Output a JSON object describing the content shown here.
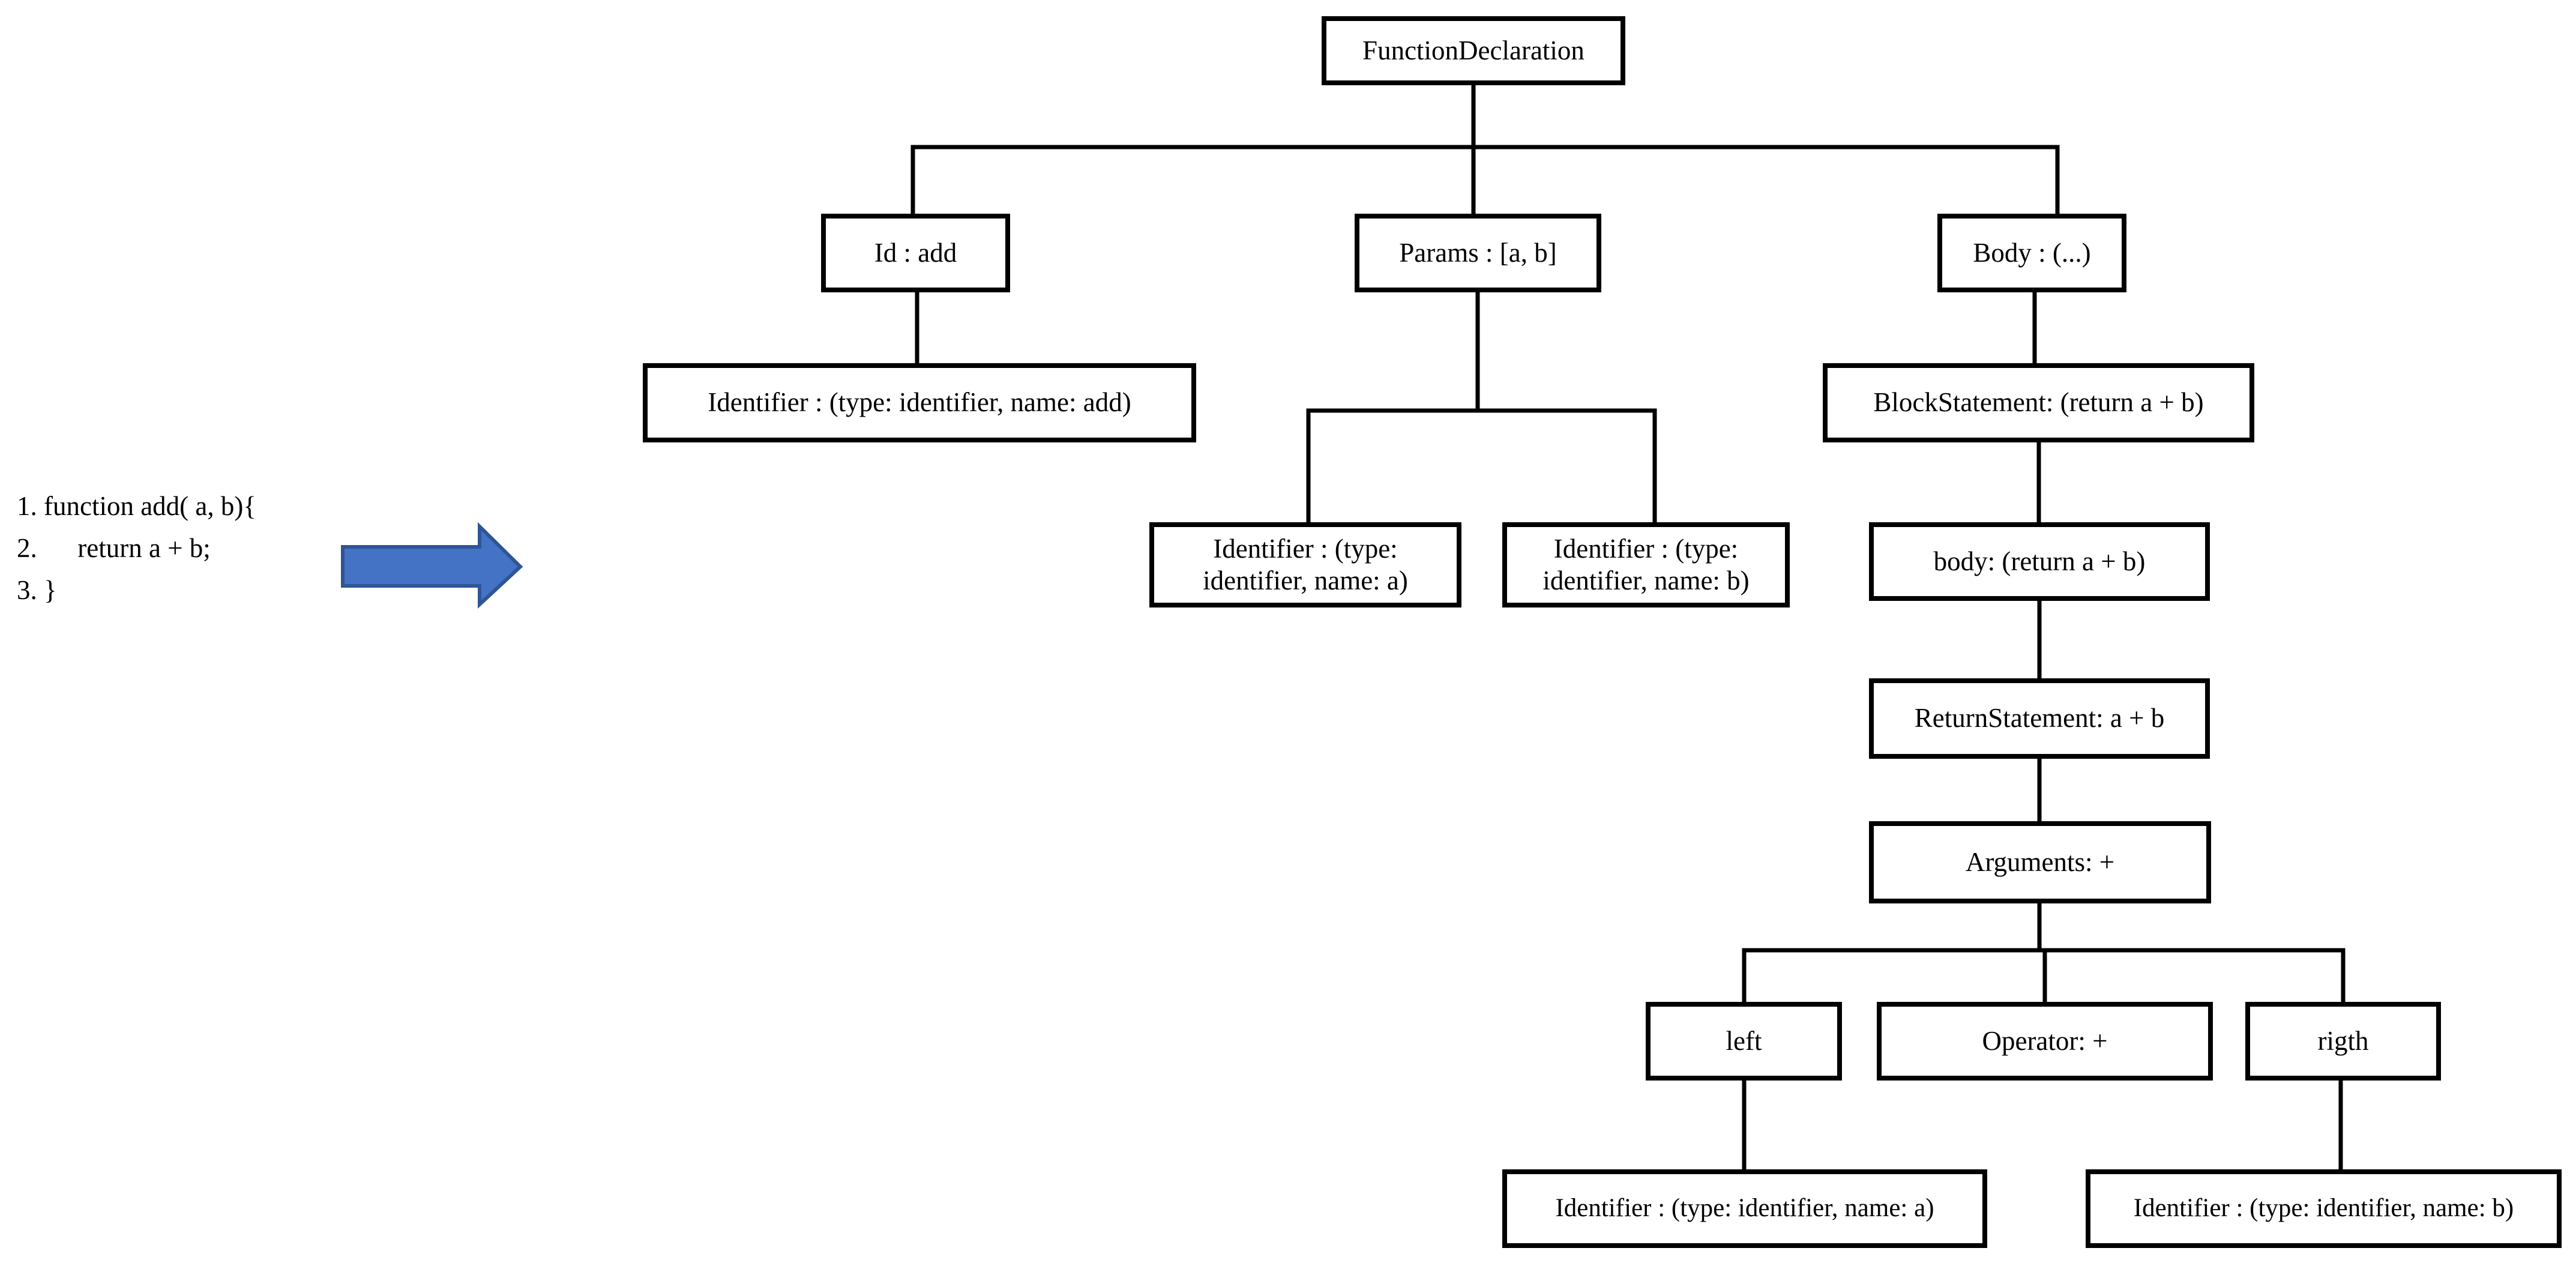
{
  "code_snippet": {
    "lines": [
      "1. function add( a, b){",
      "2.      return a + b;",
      "3. }"
    ]
  },
  "arrow": {
    "fill": "#4472C4",
    "stroke": "#2F5597"
  },
  "diagram": {
    "line_color": "#000000",
    "node_background": "#ffffff",
    "nodes": {
      "function_declaration": "FunctionDeclaration",
      "id": "Id : add",
      "params": "Params : [a, b]",
      "body": "Body : (...)",
      "identifier_add": "Identifier : (type: identifier, name: add)",
      "block_statement": "BlockStatement: (return a + b)",
      "param_identifier_a": "Identifier : (type:\nidentifier, name: a)",
      "param_identifier_b": "Identifier : (type:\nidentifier, name: b)",
      "body_inner": "body: (return a + b)",
      "return_statement": "ReturnStatement: a + b",
      "arguments": "Arguments: +",
      "left": "left",
      "operator": "Operator: +",
      "right": "rigth",
      "left_identifier_a": "Identifier : (type: identifier, name: a)",
      "right_identifier_b": "Identifier : (type: identifier, name: b)"
    }
  }
}
